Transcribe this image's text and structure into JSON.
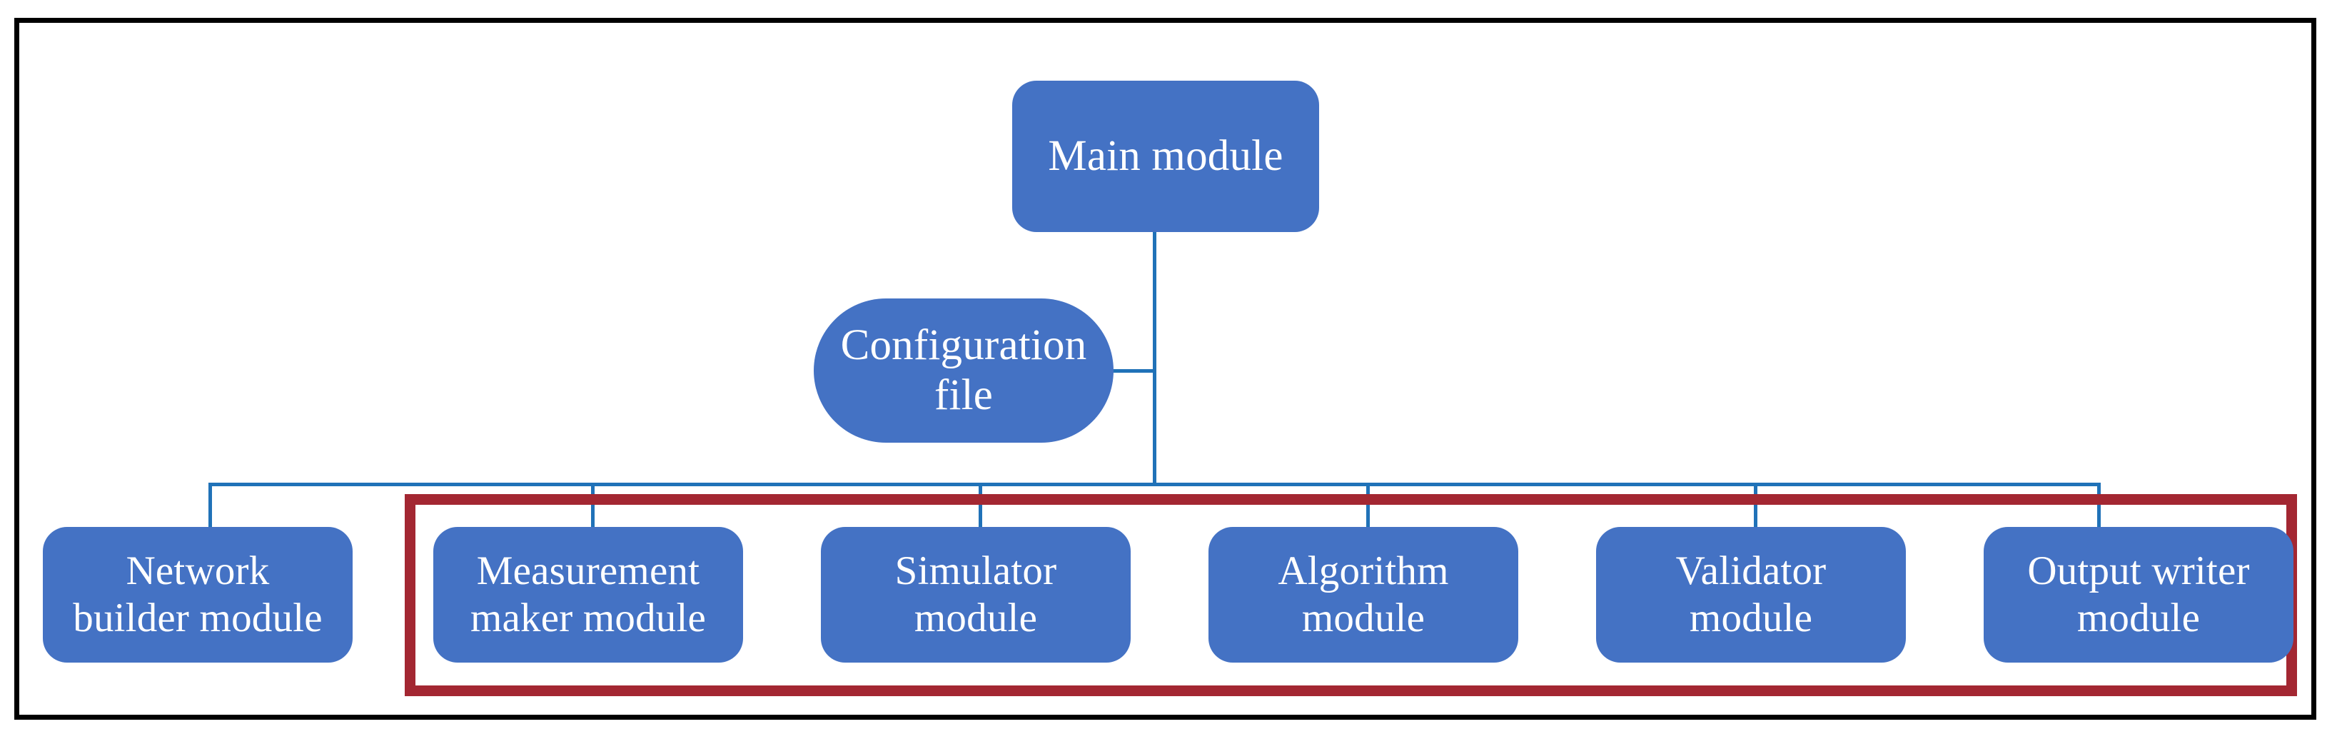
{
  "figure": {
    "type": "block-diagram",
    "title": "Software architecture module diagram",
    "colors": {
      "node_fill": "#4472c4",
      "node_text": "#ffffff",
      "connector": "#2072b8",
      "highlight_border": "#a32732",
      "outer_frame": "#000000",
      "background": "#ffffff"
    }
  },
  "nodes": {
    "main": {
      "label": "Main module"
    },
    "config": {
      "label": "Configuration\nfile"
    },
    "network": {
      "label": "Network\nbuilder module"
    },
    "measurement": {
      "label": "Measurement\nmaker module"
    },
    "simulator": {
      "label": "Simulator\nmodule"
    },
    "algorithm": {
      "label": "Algorithm\nmodule"
    },
    "validator": {
      "label": "Validator\nmodule"
    },
    "output": {
      "label": "Output writer\nmodule"
    }
  },
  "groups": {
    "highlighted": {
      "member_labels": [
        "Measurement maker module",
        "Simulator module",
        "Algorithm module",
        "Validator module",
        "Output writer module"
      ]
    }
  },
  "connections": [
    {
      "from": "main",
      "to": "bus",
      "kind": "vertical-trunk"
    },
    {
      "from": "config",
      "to": "bus",
      "kind": "horizontal-stub"
    },
    {
      "from": "bus",
      "to": "network",
      "kind": "drop"
    },
    {
      "from": "bus",
      "to": "measurement",
      "kind": "drop"
    },
    {
      "from": "bus",
      "to": "simulator",
      "kind": "drop"
    },
    {
      "from": "bus",
      "to": "algorithm",
      "kind": "drop"
    },
    {
      "from": "bus",
      "to": "validator",
      "kind": "drop"
    },
    {
      "from": "bus",
      "to": "output",
      "kind": "drop"
    }
  ]
}
